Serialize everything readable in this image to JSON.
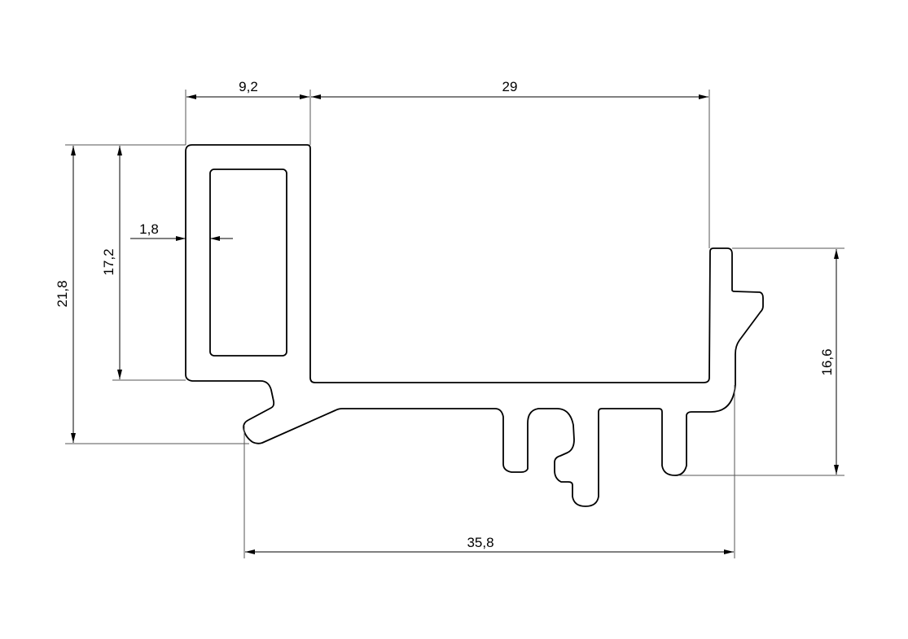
{
  "drawing": {
    "title": "Aluminium profile cross-section",
    "dimensions": {
      "top_left_width": "9,2",
      "top_right_width": "29",
      "overall_height": "21,8",
      "tube_height": "17,2",
      "wall_thickness": "1,8",
      "right_height": "16,6",
      "overall_width": "35,8"
    }
  }
}
